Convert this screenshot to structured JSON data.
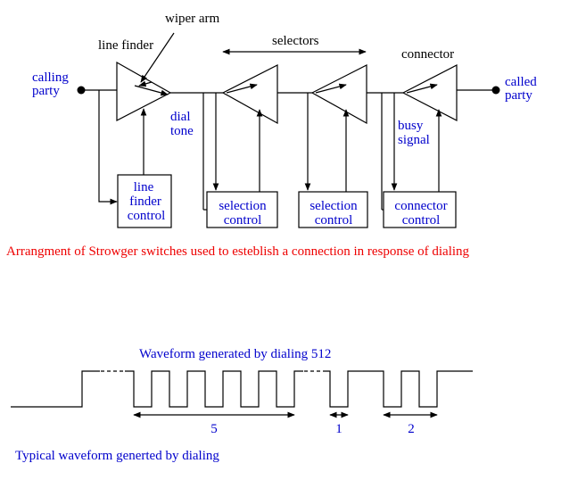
{
  "diagram": {
    "labels": {
      "wiper_arm": "wiper arm",
      "line_finder": "line finder",
      "selectors": "selectors",
      "connector": "connector",
      "calling_party": [
        "calling",
        "party"
      ],
      "called_party": [
        "called",
        "party"
      ],
      "dial_tone": [
        "dial",
        "tone"
      ],
      "busy_signal": [
        "busy",
        "signal"
      ]
    },
    "control_boxes": {
      "line_finder_control": [
        "line",
        "finder",
        "control"
      ],
      "selection_control_1": [
        "selection",
        "control"
      ],
      "selection_control_2": [
        "selection",
        "control"
      ],
      "connector_control": [
        "connector",
        "control"
      ]
    },
    "caption": "Arrangment of Strowger switches used to esteblish a connection in response of dialing"
  },
  "waveform": {
    "title": "Waveform generated by dialing 512",
    "digits": [
      "5",
      "1",
      "2"
    ],
    "caption": "Typical waveform generted by dialing"
  },
  "colors": {
    "label_blue": "#0000cc",
    "caption_red": "#ee0000",
    "line": "#000000"
  }
}
